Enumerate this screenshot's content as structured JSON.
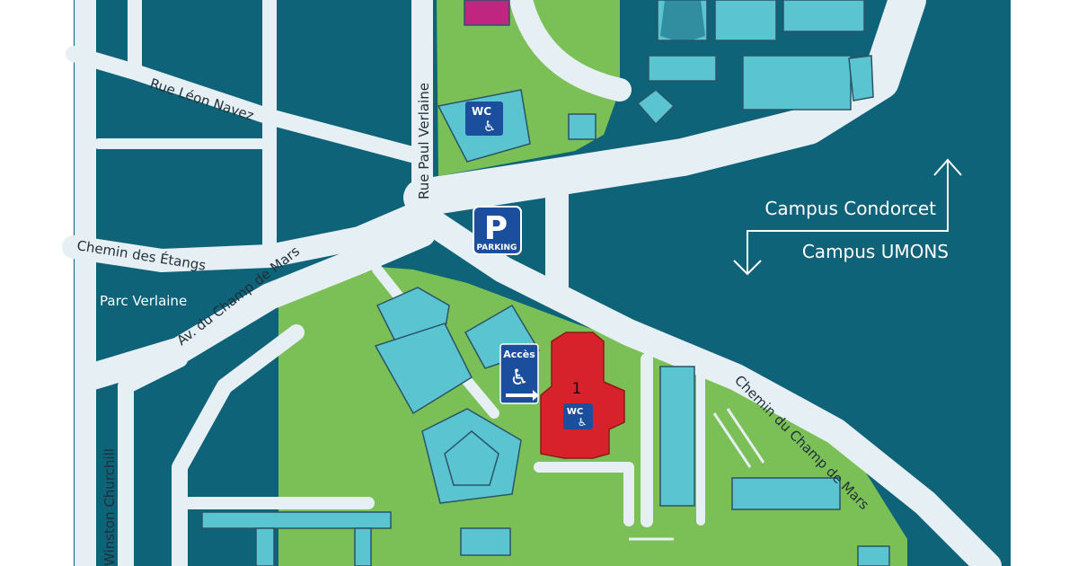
{
  "streets": {
    "leon_navez": "Rue Léon Navez",
    "paul_verlaine": "Rue Paul Verlaine",
    "etangs": "Chemin des Étangs",
    "champ_de_mars_av": "Av. du Champ de Mars",
    "champ_de_mars_ch": "Chemin du Champ de Mars",
    "churchill": "Winston Churchill"
  },
  "places": {
    "parc_verlaine": "Parc Verlaine"
  },
  "directions": {
    "condorcet": "Campus Condorcet",
    "umons": "Campus UMONS"
  },
  "icons": {
    "wc": "WC",
    "parking_letter": "P",
    "parking_word": "PARKING",
    "acces": "Accès",
    "building_number": "1"
  },
  "colors": {
    "background": "#0e6378",
    "road": "#e6eff3",
    "green": "#7bc057",
    "building": "#5bc4d1",
    "highlight": "#d8222b",
    "magenta": "#c0267f",
    "icon_blue": "#1b4f9e",
    "outline": "#2a5467"
  }
}
